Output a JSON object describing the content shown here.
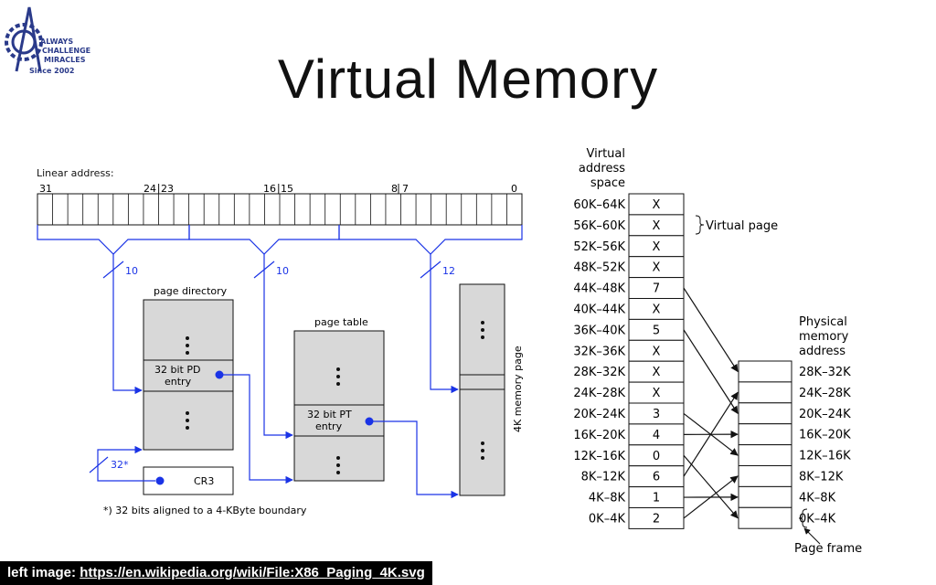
{
  "logo": {
    "text_lines": [
      "ALWAYS",
      "CHALLENGE",
      "MIRACLES",
      "Since 2002"
    ]
  },
  "title": "Virtual Memory",
  "x86": {
    "linear_address_label": "Linear address:",
    "bit_labels": [
      "31",
      "24",
      "23",
      "16",
      "15",
      "8",
      "7",
      "0"
    ],
    "widths": [
      "10",
      "10",
      "12"
    ],
    "page_directory_label": "page directory",
    "pd_entry": [
      "32 bit PD",
      "entry"
    ],
    "page_table_label": "page table",
    "pt_entry": [
      "32 bit PT",
      "entry"
    ],
    "page_label": "4K memory page",
    "cr3_width": "32*",
    "cr3_label": "CR3",
    "footnote": "*) 32 bits aligned to a 4-KByte boundary",
    "colors": {
      "blue": "#1a33e6",
      "box": "#d8d8d8"
    }
  },
  "paging": {
    "virtual_header": [
      "Virtual",
      "address",
      "space"
    ],
    "virtual_rows": [
      {
        "range": "60K–64K",
        "value": "X"
      },
      {
        "range": "56K–60K",
        "value": "X"
      },
      {
        "range": "52K–56K",
        "value": "X"
      },
      {
        "range": "48K–52K",
        "value": "X"
      },
      {
        "range": "44K–48K",
        "value": "7"
      },
      {
        "range": "40K–44K",
        "value": "X"
      },
      {
        "range": "36K–40K",
        "value": "5"
      },
      {
        "range": "32K–36K",
        "value": "X"
      },
      {
        "range": "28K–32K",
        "value": "X"
      },
      {
        "range": "24K–28K",
        "value": "X"
      },
      {
        "range": "20K–24K",
        "value": "3"
      },
      {
        "range": "16K–20K",
        "value": "4"
      },
      {
        "range": "12K–16K",
        "value": "0"
      },
      {
        "range": "8K–12K",
        "value": "6"
      },
      {
        "range": "4K–8K",
        "value": "1"
      },
      {
        "range": "0K–4K",
        "value": "2"
      }
    ],
    "virtual_page_label": "Virtual page",
    "physical_header": [
      "Physical",
      "memory",
      "address"
    ],
    "physical_rows": [
      "28K–32K",
      "24K–28K",
      "20K–24K",
      "16K–20K",
      "12K–16K",
      "8K–12K",
      "4K–8K",
      "0K–4K"
    ],
    "page_frame_label": "Page frame"
  },
  "footer": {
    "prefix": "left image: ",
    "link_text": "https://en.wikipedia.org/wiki/File:X86_Paging_4K.svg"
  }
}
